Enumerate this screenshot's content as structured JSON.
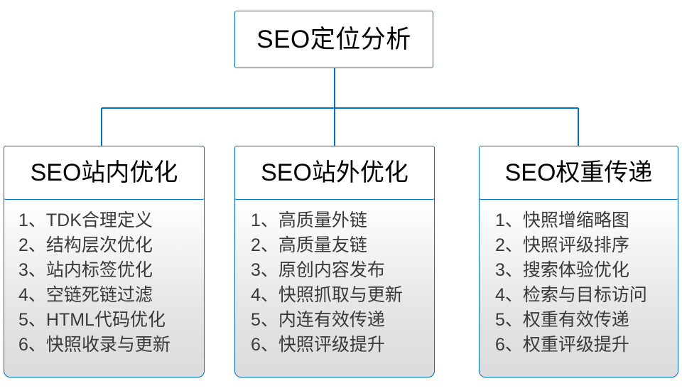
{
  "diagram": {
    "title": "SEO定位分析",
    "accent_color": "#0070C0",
    "text_color": "#000000",
    "item_text_color": "#3a3a3a",
    "root": {
      "label": "SEO定位分析"
    },
    "branches": [
      {
        "header": "SEO站内优化",
        "items": [
          {
            "num": "1、",
            "text": "TDK合理定义"
          },
          {
            "num": "2、",
            "text": "结构层次优化"
          },
          {
            "num": "3、",
            "text": "站内标签优化"
          },
          {
            "num": "4、",
            "text": "空链死链过滤"
          },
          {
            "num": "5、",
            "text": "HTML代码优化"
          },
          {
            "num": "6、",
            "text": "快照收录与更新"
          }
        ]
      },
      {
        "header": "SEO站外优化",
        "items": [
          {
            "num": "1、",
            "text": "高质量外链"
          },
          {
            "num": "2、",
            "text": "高质量友链"
          },
          {
            "num": "3、",
            "text": "原创内容发布"
          },
          {
            "num": "4、",
            "text": "快照抓取与更新"
          },
          {
            "num": "5、",
            "text": "内连有效传递"
          },
          {
            "num": "6、",
            "text": "快照评级提升"
          }
        ]
      },
      {
        "header": "SEO权重传递",
        "items": [
          {
            "num": "1、",
            "text": "快照增缩略图"
          },
          {
            "num": "2、",
            "text": "快照评级排序"
          },
          {
            "num": "3、",
            "text": "搜索体验优化"
          },
          {
            "num": "4、",
            "text": "检索与目标访问"
          },
          {
            "num": "5、",
            "text": "权重有效传递"
          },
          {
            "num": "6、",
            "text": "权重评级提升"
          }
        ]
      }
    ]
  }
}
